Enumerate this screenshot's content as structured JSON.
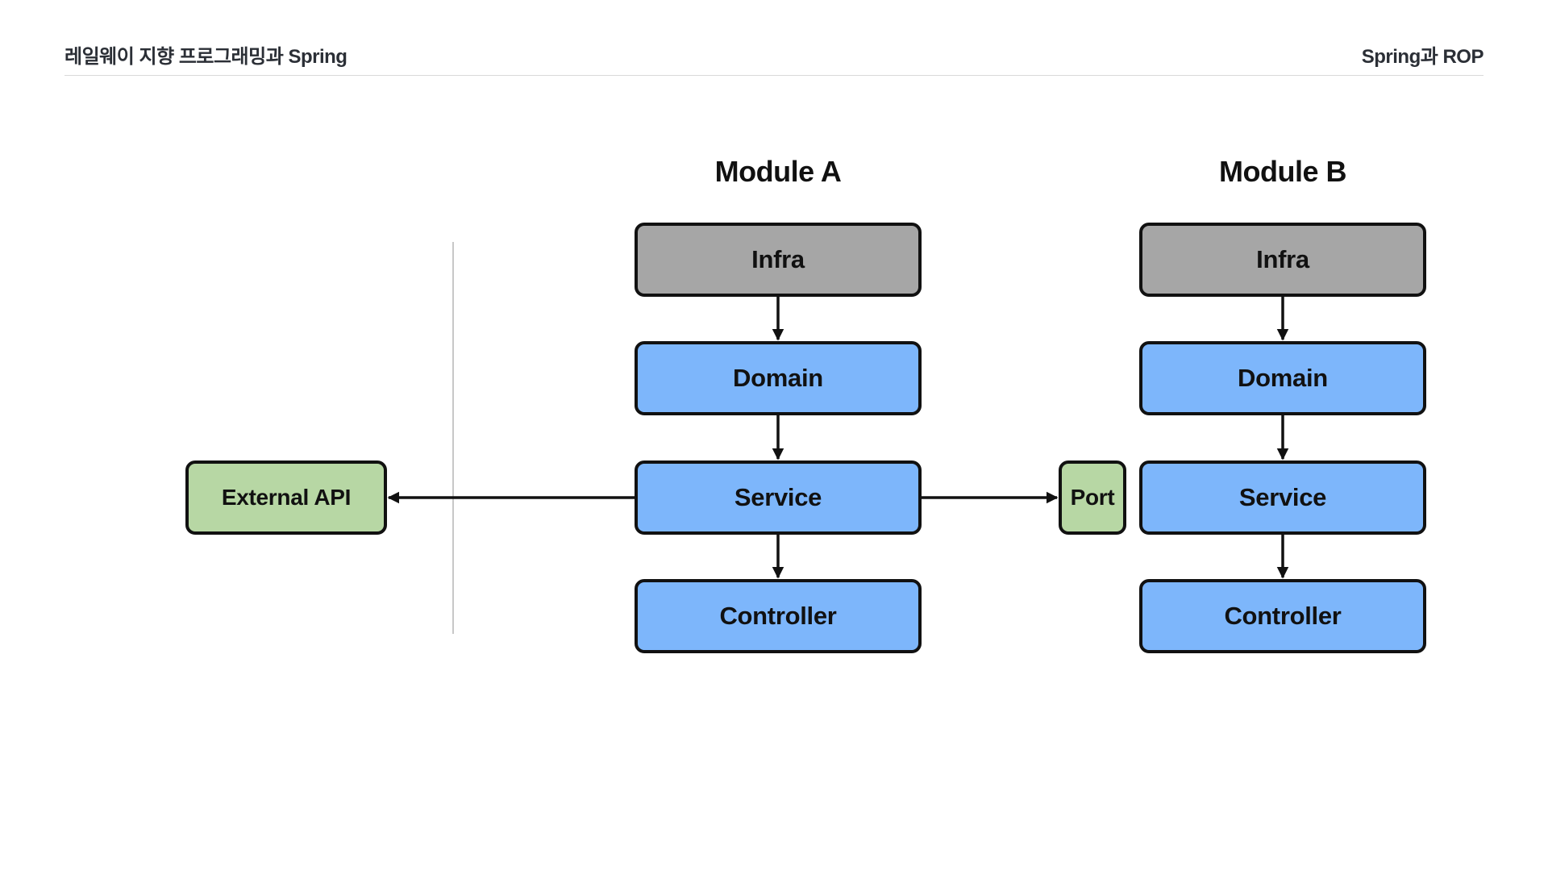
{
  "header": {
    "left_title": "레일웨이 지향 프로그래밍과 Spring",
    "right_title": "Spring과 ROP"
  },
  "module_a": {
    "title": "Module A",
    "layers": [
      "Infra",
      "Domain",
      "Service",
      "Controller"
    ]
  },
  "module_b": {
    "title": "Module B",
    "layers": [
      "Infra",
      "Domain",
      "Service",
      "Controller"
    ]
  },
  "external": {
    "label": "External API"
  },
  "port": {
    "label": "Port"
  },
  "colors": {
    "infra": "#a6a6a6",
    "layer": "#7db6fb",
    "external": "#b7d7a4",
    "border": "#111111"
  }
}
